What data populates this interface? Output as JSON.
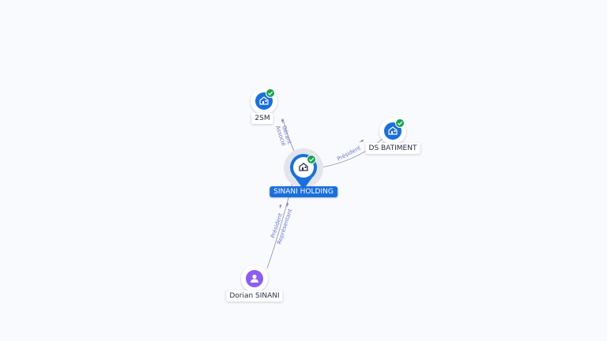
{
  "colors": {
    "company": "#1a6fe0",
    "person": "#8b5cf6",
    "verified": "#16a34a",
    "edge": "#8a8fa3",
    "edge_label": "#6c79c9",
    "background": "#f9fafe"
  },
  "nodes": {
    "center": {
      "label": "SINANI HOLDING",
      "icon": "building-icon",
      "badge": "verified-check-icon"
    },
    "sm2": {
      "label": "2SM",
      "icon": "building-icon",
      "badge": "verified-check-icon"
    },
    "ds": {
      "label": "DS BATIMENT",
      "icon": "building-icon",
      "badge": "verified-check-icon"
    },
    "dorian": {
      "label": "Dorian SINANI",
      "icon": "person-icon"
    }
  },
  "edges": {
    "to_2sm": {
      "label1": "Gérant",
      "label2": "Associé"
    },
    "to_ds": {
      "label1": "Président"
    },
    "from_dorian": {
      "label1": "Président",
      "label2": "Représentant"
    }
  }
}
